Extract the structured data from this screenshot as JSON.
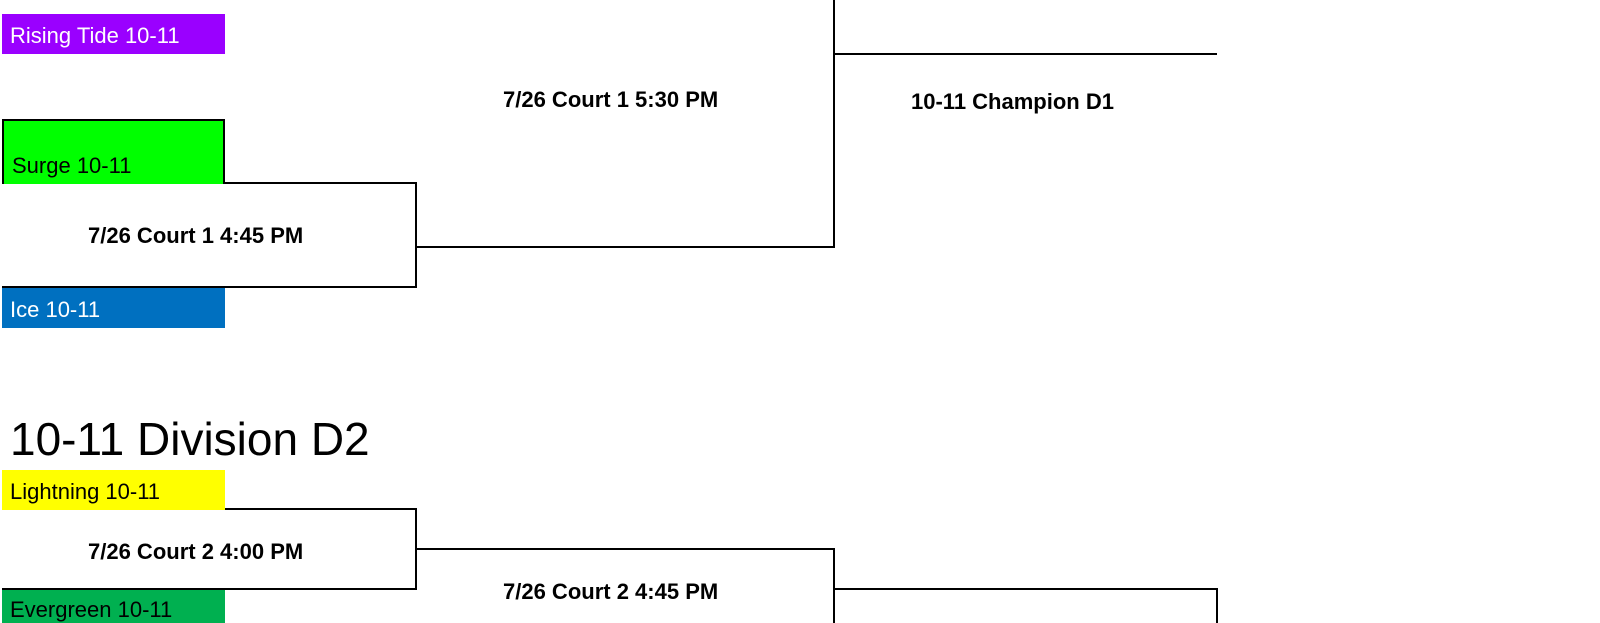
{
  "colors": {
    "rising_tide": "#9a00ff",
    "surge": "#00ff00",
    "ice": "#0070c0",
    "lightning": "#ffff00",
    "evergreen": "#00b050",
    "line": "#000000"
  },
  "division_d1": {
    "teams": [
      "Rising Tide 10-11",
      "Surge 10-11",
      "Ice 10-11"
    ],
    "semifinal": "7/26 Court 1 4:45 PM",
    "final": "7/26 Court 1 5:30 PM",
    "champion": "10-11 Champion D1"
  },
  "division_d2": {
    "title": "10-11 Division D2",
    "teams": [
      "Lightning 10-11",
      "Evergreen 10-11"
    ],
    "game1": "7/26 Court 2 4:00 PM",
    "game2": "7/26 Court 2 4:45 PM"
  }
}
